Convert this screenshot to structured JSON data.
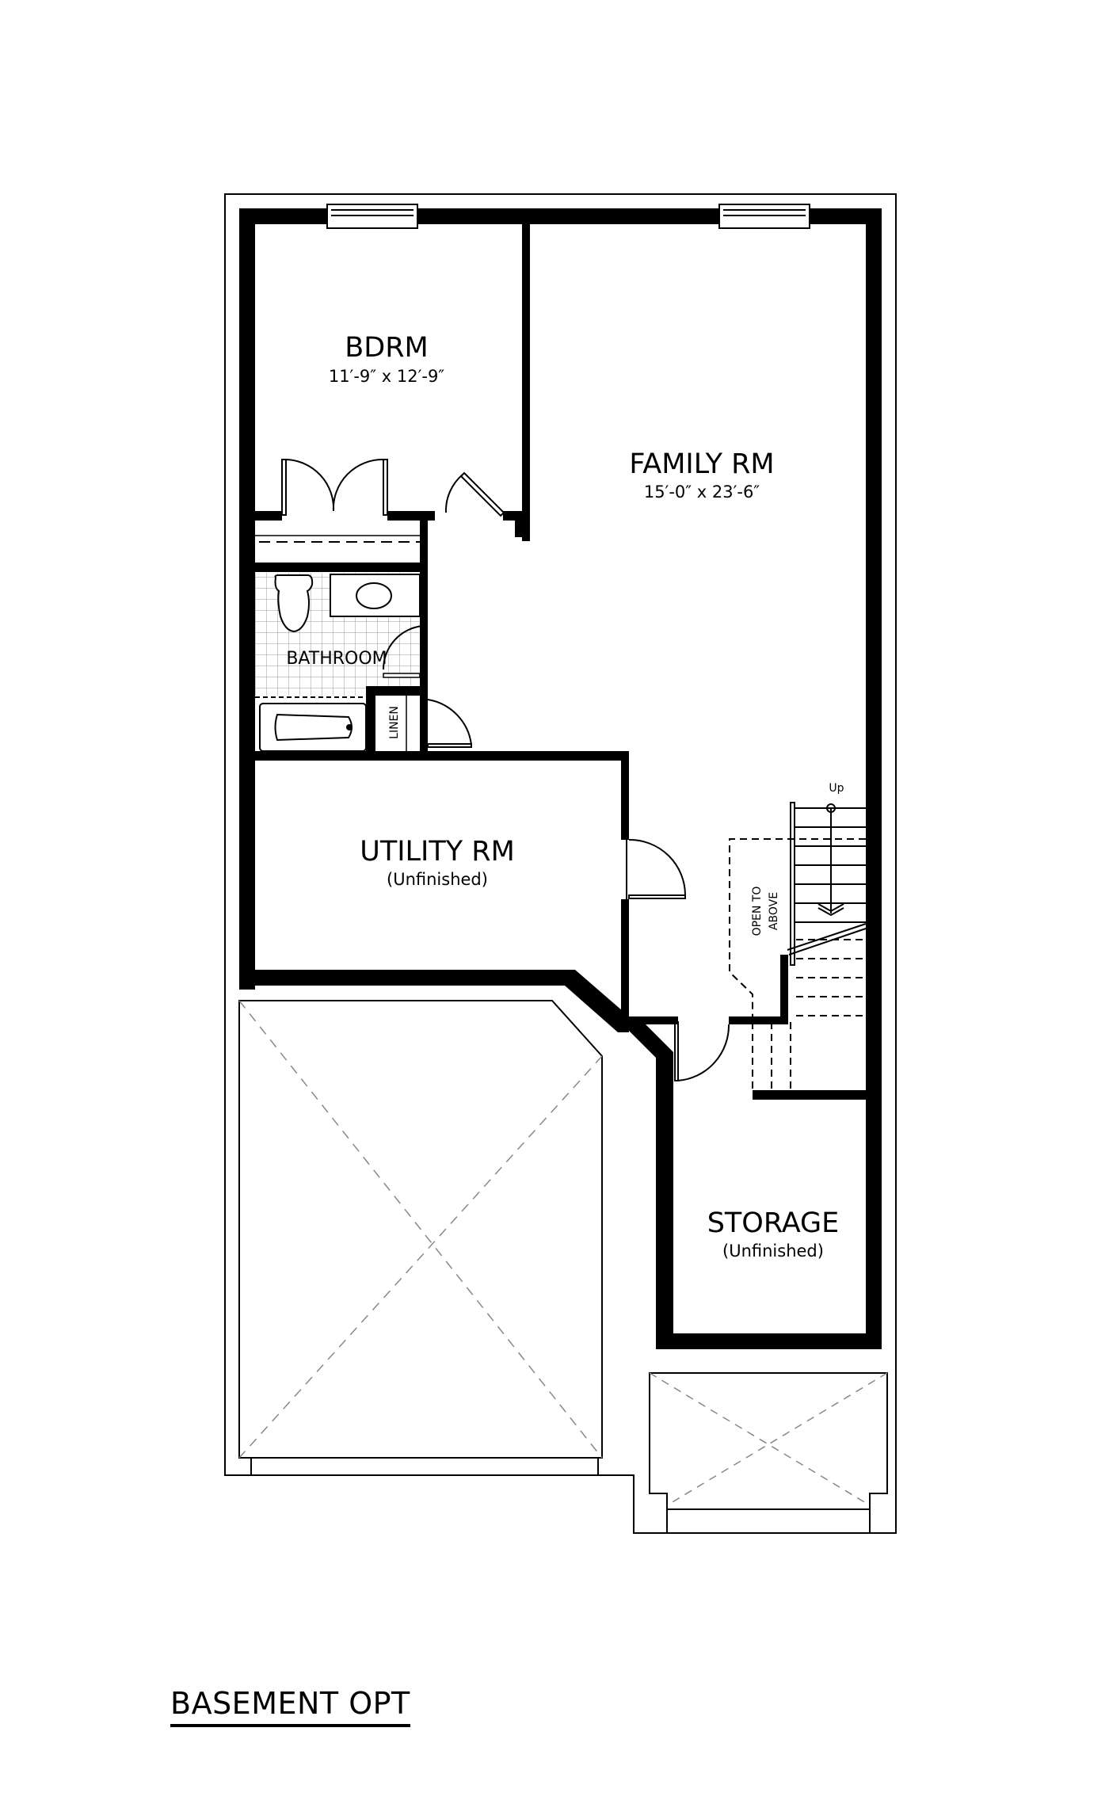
{
  "plan": {
    "title": "BASEMENT OPT",
    "colors": {
      "wall": "#000000",
      "line": "#000000",
      "dashed": "#8a8a8a",
      "background": "#ffffff"
    },
    "rooms": [
      {
        "id": "bdrm",
        "name": "BDRM",
        "dimensions": "11′-9″ x 12′-9″"
      },
      {
        "id": "family",
        "name": "FAMILY RM",
        "dimensions": "15′-0″ x 23′-6″"
      },
      {
        "id": "bathroom",
        "name": "BATHROOM"
      },
      {
        "id": "linen",
        "name": "LINEN"
      },
      {
        "id": "utility",
        "name": "UTILITY RM",
        "note": "(Unfinished)"
      },
      {
        "id": "storage",
        "name": "STORAGE",
        "note": "(Unfinished)"
      }
    ],
    "stairs": {
      "direction_label": "Up",
      "open_label_line1": "OPEN TO",
      "open_label_line2": "ABOVE"
    }
  }
}
